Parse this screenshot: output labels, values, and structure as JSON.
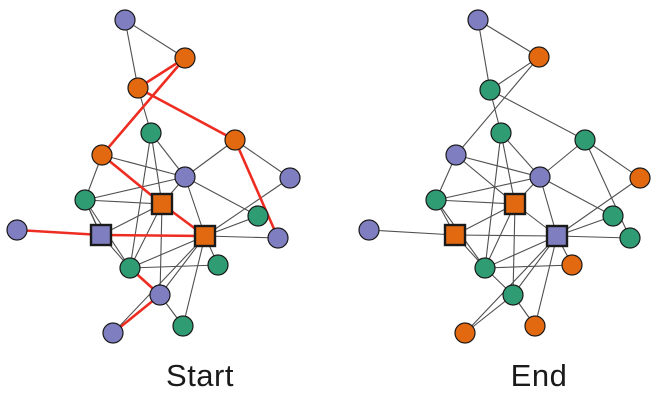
{
  "colors": {
    "purple": "#7f7ec0",
    "orange": "#e2690f",
    "green": "#2f9c73",
    "highlight_edge": "#ee2d22",
    "edge": "#505050",
    "outline": "#1a1a1a"
  },
  "panels": [
    {
      "id": "start",
      "caption": "Start",
      "nodes": [
        {
          "id": "a",
          "role": "purple",
          "shape": "circle"
        },
        {
          "id": "b",
          "role": "orange",
          "shape": "circle"
        },
        {
          "id": "c",
          "role": "orange",
          "shape": "circle"
        },
        {
          "id": "d",
          "role": "green",
          "shape": "circle"
        },
        {
          "id": "e",
          "role": "orange",
          "shape": "circle"
        },
        {
          "id": "f",
          "role": "orange",
          "shape": "circle"
        },
        {
          "id": "g",
          "role": "purple",
          "shape": "circle"
        },
        {
          "id": "h",
          "role": "green",
          "shape": "circle"
        },
        {
          "id": "i",
          "role": "orange",
          "shape": "square"
        },
        {
          "id": "j",
          "role": "purple",
          "shape": "circle"
        },
        {
          "id": "k",
          "role": "purple",
          "shape": "circle"
        },
        {
          "id": "l",
          "role": "green",
          "shape": "circle"
        },
        {
          "id": "m",
          "role": "purple",
          "shape": "square"
        },
        {
          "id": "n",
          "role": "orange",
          "shape": "square"
        },
        {
          "id": "o",
          "role": "purple",
          "shape": "circle"
        },
        {
          "id": "p",
          "role": "green",
          "shape": "circle"
        },
        {
          "id": "q",
          "role": "green",
          "shape": "circle"
        },
        {
          "id": "r",
          "role": "purple",
          "shape": "circle"
        },
        {
          "id": "s",
          "role": "green",
          "shape": "circle"
        },
        {
          "id": "t",
          "role": "purple",
          "shape": "circle"
        }
      ],
      "edges": [
        [
          "a",
          "b",
          0
        ],
        [
          "a",
          "c",
          0
        ],
        [
          "b",
          "c",
          1
        ],
        [
          "b",
          "e",
          1
        ],
        [
          "c",
          "f",
          1
        ],
        [
          "f",
          "o",
          1
        ],
        [
          "k",
          "m",
          1
        ],
        [
          "m",
          "n",
          1
        ],
        [
          "e",
          "i",
          1
        ],
        [
          "i",
          "n",
          1
        ],
        [
          "r",
          "t",
          1
        ],
        [
          "r",
          "p",
          1
        ],
        [
          "c",
          "d",
          0
        ],
        [
          "e",
          "h",
          0
        ],
        [
          "e",
          "g",
          0
        ],
        [
          "d",
          "g",
          0
        ],
        [
          "d",
          "i",
          0
        ],
        [
          "d",
          "p",
          0
        ],
        [
          "f",
          "g",
          0
        ],
        [
          "f",
          "j",
          0
        ],
        [
          "g",
          "h",
          0
        ],
        [
          "g",
          "i",
          0
        ],
        [
          "g",
          "n",
          0
        ],
        [
          "g",
          "l",
          0
        ],
        [
          "h",
          "m",
          0
        ],
        [
          "h",
          "m",
          0
        ],
        [
          "h",
          "i",
          0
        ],
        [
          "h",
          "m",
          0
        ],
        [
          "i",
          "p",
          0
        ],
        [
          "i",
          "m",
          0
        ],
        [
          "j",
          "n",
          0
        ],
        [
          "l",
          "n",
          0
        ],
        [
          "n",
          "o",
          0
        ],
        [
          "n",
          "p",
          0
        ],
        [
          "n",
          "q",
          0
        ],
        [
          "n",
          "r",
          0
        ],
        [
          "n",
          "s",
          0
        ],
        [
          "n",
          "t",
          0
        ],
        [
          "m",
          "p",
          0
        ],
        [
          "p",
          "q",
          0
        ],
        [
          "r",
          "s",
          0
        ],
        [
          "i",
          "r",
          0
        ],
        [
          "h",
          "p",
          0
        ]
      ]
    },
    {
      "id": "end",
      "caption": "End",
      "nodes": [
        {
          "id": "a",
          "role": "purple",
          "shape": "circle"
        },
        {
          "id": "b",
          "role": "orange",
          "shape": "circle"
        },
        {
          "id": "c",
          "role": "green",
          "shape": "circle"
        },
        {
          "id": "d",
          "role": "green",
          "shape": "circle"
        },
        {
          "id": "e",
          "role": "purple",
          "shape": "circle"
        },
        {
          "id": "f",
          "role": "green",
          "shape": "circle"
        },
        {
          "id": "g",
          "role": "purple",
          "shape": "circle"
        },
        {
          "id": "h",
          "role": "green",
          "shape": "circle"
        },
        {
          "id": "i",
          "role": "orange",
          "shape": "square"
        },
        {
          "id": "j",
          "role": "orange",
          "shape": "circle"
        },
        {
          "id": "k",
          "role": "purple",
          "shape": "circle"
        },
        {
          "id": "l",
          "role": "green",
          "shape": "circle"
        },
        {
          "id": "m",
          "role": "orange",
          "shape": "square"
        },
        {
          "id": "n",
          "role": "purple",
          "shape": "square"
        },
        {
          "id": "o",
          "role": "green",
          "shape": "circle"
        },
        {
          "id": "p",
          "role": "green",
          "shape": "circle"
        },
        {
          "id": "q",
          "role": "orange",
          "shape": "circle"
        },
        {
          "id": "r",
          "role": "green",
          "shape": "circle"
        },
        {
          "id": "s",
          "role": "orange",
          "shape": "circle"
        },
        {
          "id": "t",
          "role": "orange",
          "shape": "circle"
        }
      ],
      "edges": [
        [
          "a",
          "b",
          0
        ],
        [
          "a",
          "c",
          0
        ],
        [
          "b",
          "c",
          0
        ],
        [
          "b",
          "e",
          0
        ],
        [
          "c",
          "f",
          0
        ],
        [
          "f",
          "o",
          0
        ],
        [
          "k",
          "m",
          0
        ],
        [
          "m",
          "n",
          0
        ],
        [
          "e",
          "i",
          0
        ],
        [
          "i",
          "n",
          0
        ],
        [
          "r",
          "t",
          0
        ],
        [
          "r",
          "p",
          0
        ],
        [
          "c",
          "d",
          0
        ],
        [
          "e",
          "h",
          0
        ],
        [
          "e",
          "g",
          0
        ],
        [
          "d",
          "g",
          0
        ],
        [
          "d",
          "i",
          0
        ],
        [
          "d",
          "p",
          0
        ],
        [
          "f",
          "g",
          0
        ],
        [
          "f",
          "j",
          0
        ],
        [
          "g",
          "h",
          0
        ],
        [
          "g",
          "i",
          0
        ],
        [
          "g",
          "n",
          0
        ],
        [
          "g",
          "l",
          0
        ],
        [
          "h",
          "m",
          0
        ],
        [
          "h",
          "i",
          0
        ],
        [
          "i",
          "p",
          0
        ],
        [
          "i",
          "m",
          0
        ],
        [
          "j",
          "n",
          0
        ],
        [
          "l",
          "n",
          0
        ],
        [
          "n",
          "o",
          0
        ],
        [
          "n",
          "p",
          0
        ],
        [
          "n",
          "q",
          0
        ],
        [
          "n",
          "r",
          0
        ],
        [
          "n",
          "s",
          0
        ],
        [
          "n",
          "t",
          0
        ],
        [
          "m",
          "p",
          0
        ],
        [
          "p",
          "q",
          0
        ],
        [
          "r",
          "s",
          0
        ],
        [
          "i",
          "r",
          0
        ],
        [
          "h",
          "p",
          0
        ]
      ]
    }
  ]
}
